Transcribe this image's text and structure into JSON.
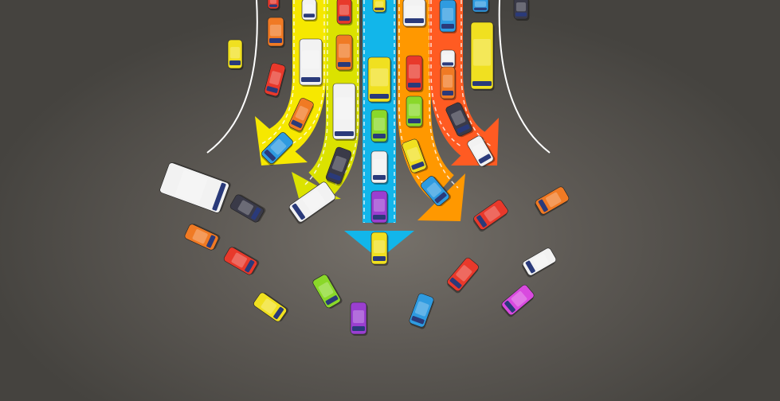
{
  "scene": {
    "background_color": "#4a4844",
    "road_line_color": "#ffffff",
    "arrows": [
      {
        "name": "yellow",
        "color": "#f6e800"
      },
      {
        "name": "lime-yellow",
        "color": "#dbe200"
      },
      {
        "name": "cyan",
        "color": "#12b6ea"
      },
      {
        "name": "orange",
        "color": "#ff9800"
      },
      {
        "name": "red-orange",
        "color": "#ff5b22"
      }
    ],
    "car_colors": [
      "#e8392b",
      "#f0e020",
      "#2f9be0",
      "#f07a24",
      "#9a3fd0",
      "#8ad82a",
      "#f2f2f2",
      "#3a3a48",
      "#d94adf"
    ]
  }
}
